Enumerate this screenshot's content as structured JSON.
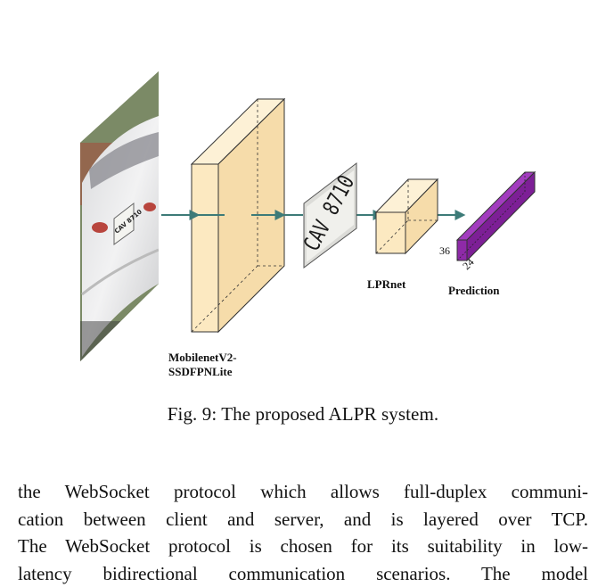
{
  "figure": {
    "labels": {
      "detector": [
        "MobilenetV2-",
        "SSDFPNLite"
      ],
      "recognizer": "LPRnet",
      "prediction": "Prediction",
      "dim_height": "36",
      "dim_depth": "24"
    },
    "plate_text": "CAV 8710",
    "car_plate_text": "CAV 8710",
    "colors": {
      "block_fill": "#fce9c1",
      "block_top": "#fdf1d6",
      "block_side": "#f6dcaa",
      "arrow": "#3d7b78",
      "prediction": "#8e2aa8"
    }
  },
  "caption": "Fig. 9: The proposed ALPR system.",
  "body_lines": [
    "the WebSocket protocol which allows full-duplex communi-",
    "cation between client and server, and is layered over TCP.",
    "The WebSocket protocol is chosen for its suitability in low-",
    "latency bidirectional communication scenarios. The model"
  ]
}
